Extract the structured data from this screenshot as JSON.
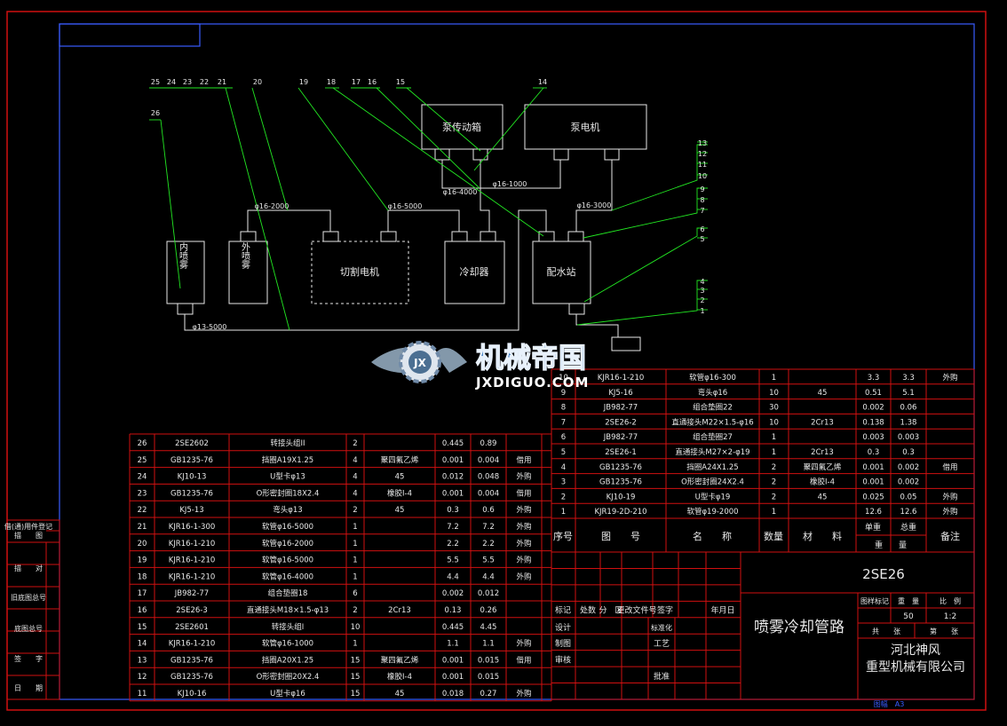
{
  "diagram": {
    "components": {
      "pump_drive": "泵传动箱",
      "pump_motor": "泵电机",
      "cutting_motor": "切割电机",
      "cooler": "冷却器",
      "water_station": "配水站",
      "inner_spray": "内喷雾",
      "outer_spray": "外喷雾"
    },
    "hose_labels": {
      "h1": "φ16-2000",
      "h2": "φ16-5000",
      "h3": "φ16-4000",
      "h4": "φ16-1000",
      "h5": "φ16-3000",
      "h6": "φ13-5000"
    },
    "callouts_top": [
      "25",
      "24",
      "23",
      "22",
      "21",
      "20",
      "19",
      "18",
      "17",
      "16",
      "15",
      "14"
    ],
    "callout_26": "26",
    "callouts_right_a": [
      "13",
      "12",
      "11",
      "10"
    ],
    "callouts_right_b": [
      "9",
      "8",
      "7"
    ],
    "callouts_right_c": [
      "6",
      "5"
    ],
    "callouts_right_d": [
      "4",
      "3",
      "2",
      "1"
    ]
  },
  "watermark": {
    "logo_letters": "JX",
    "title": "机械帝国",
    "url": "JXDIGUO.COM"
  },
  "bom_left": {
    "rows": [
      [
        "26",
        "2SE2602",
        "转接头组II",
        "2",
        "",
        "0.445",
        "0.89",
        ""
      ],
      [
        "25",
        "GB1235-76",
        "挡圈A19X1.25",
        "4",
        "聚四氟乙烯",
        "0.001",
        "0.004",
        "借用"
      ],
      [
        "24",
        "KJ10-13",
        "U型卡φ13",
        "4",
        "45",
        "0.012",
        "0.048",
        "外购"
      ],
      [
        "23",
        "GB1235-76",
        "O形密封圈18X2.4",
        "4",
        "橡胶I-4",
        "0.001",
        "0.004",
        "借用"
      ],
      [
        "22",
        "KJ5-13",
        "弯头φ13",
        "2",
        "45",
        "0.3",
        "0.6",
        "外购"
      ],
      [
        "21",
        "KJR16-1-300",
        "软管φ16-5000",
        "1",
        "",
        "7.2",
        "7.2",
        "外购"
      ],
      [
        "20",
        "KJR16-1-210",
        "软管φ16-2000",
        "1",
        "",
        "2.2",
        "2.2",
        "外购"
      ],
      [
        "19",
        "KJR16-1-210",
        "软管φ16-5000",
        "1",
        "",
        "5.5",
        "5.5",
        "外购"
      ],
      [
        "18",
        "KJR16-1-210",
        "软管φ16-4000",
        "1",
        "",
        "4.4",
        "4.4",
        "外购"
      ],
      [
        "17",
        "JB982-77",
        "组合垫圈18",
        "6",
        "",
        "0.002",
        "0.012",
        ""
      ],
      [
        "16",
        "2SE26-3",
        "直通接头M18×1.5-φ13",
        "2",
        "2Cr13",
        "0.13",
        "0.26",
        ""
      ],
      [
        "15",
        "2SE2601",
        "转接头组I",
        "10",
        "",
        "0.445",
        "4.45",
        ""
      ],
      [
        "14",
        "KJR16-1-210",
        "软管φ16-1000",
        "1",
        "",
        "1.1",
        "1.1",
        "外购"
      ],
      [
        "13",
        "GB1235-76",
        "挡圈A20X1.25",
        "15",
        "聚四氟乙烯",
        "0.001",
        "0.015",
        "借用"
      ],
      [
        "12",
        "GB1235-76",
        "O形密封圈20X2.4",
        "15",
        "橡胶I-4",
        "0.001",
        "0.015",
        ""
      ],
      [
        "11",
        "KJ10-16",
        "U型卡φ16",
        "15",
        "45",
        "0.018",
        "0.27",
        "外购"
      ]
    ]
  },
  "bom_right": {
    "rows": [
      [
        "10",
        "KJR16-1-210",
        "软管φ16-300",
        "1",
        "",
        "3.3",
        "3.3",
        "外购"
      ],
      [
        "9",
        "KJ5-16",
        "弯头φ16",
        "10",
        "45",
        "0.51",
        "5.1",
        ""
      ],
      [
        "8",
        "JB982-77",
        "组合垫圈22",
        "30",
        "",
        "0.002",
        "0.06",
        ""
      ],
      [
        "7",
        "2SE26-2",
        "直通接头M22×1.5-φ16",
        "10",
        "2Cr13",
        "0.138",
        "1.38",
        ""
      ],
      [
        "6",
        "JB982-77",
        "组合垫圈27",
        "1",
        "",
        "0.003",
        "0.003",
        ""
      ],
      [
        "5",
        "2SE26-1",
        "直通接头M27×2-φ19",
        "1",
        "2Cr13",
        "0.3",
        "0.3",
        ""
      ],
      [
        "4",
        "GB1235-76",
        "挡圈A24X1.25",
        "2",
        "聚四氟乙烯",
        "0.001",
        "0.002",
        "借用"
      ],
      [
        "3",
        "GB1235-76",
        "O形密封圈24X2.4",
        "2",
        "橡胶I-4",
        "0.001",
        "0.002",
        ""
      ],
      [
        "2",
        "KJ10-19",
        "U型卡φ19",
        "2",
        "45",
        "0.025",
        "0.05",
        "外购"
      ],
      [
        "1",
        "KJR19-2D-210",
        "软管φ19-2000",
        "1",
        "",
        "12.6",
        "12.6",
        "外购"
      ]
    ],
    "header": {
      "seq": "序号",
      "drawing_no": "图　　号",
      "name": "名　　称",
      "qty": "数量",
      "material": "材　　料",
      "unit": "单重",
      "total": "总重",
      "weight": "重　　量",
      "remark": "备注"
    }
  },
  "title_block": {
    "drawing_code": "2SE26",
    "drawing_title": "喷雾冷却管路",
    "company_line1": "河北神风",
    "company_line2": "重型机械有限公司",
    "stage_label": "图样标记",
    "weight_label": "重　量",
    "scale_label": "比　例",
    "weight_value": "50",
    "scale_value": "1:2",
    "sheet_total": "共　　张",
    "sheet_no": "第　　张",
    "rev_headers": [
      "标记",
      "处数",
      "分　区",
      "更改文件号",
      "签字",
      "年月日"
    ],
    "role_design": "设计",
    "role_standard": "标准化",
    "role_draw": "制图",
    "role_process": "工艺",
    "role_check": "审核",
    "role_approve": "批准",
    "format": "图幅　A3"
  },
  "side_labels": [
    "借(通)用件登记",
    "描　　图",
    "描　　对",
    "旧底图总号",
    "底图总号",
    "签　　字",
    "日　　期"
  ]
}
